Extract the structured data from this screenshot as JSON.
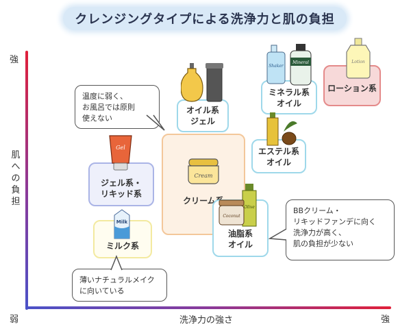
{
  "title": "クレンジングタイプによる洗浄力と肌の負担",
  "y_axis": {
    "label": "肌への負担",
    "high": "強"
  },
  "x_axis": {
    "label": "洗浄力の強さ",
    "low": "弱",
    "high": "強"
  },
  "categories": {
    "oil_gel": "オイル系\nジェル",
    "mineral_oil": "ミネラル系\nオイル",
    "lotion": "ローション系",
    "ester_oil": "エステル系\nオイル",
    "gel_liquid": "ジェル系・\nリキッド系",
    "cream": "クリーム系",
    "fat_oil": "油脂系\nオイル",
    "milk": "ミルク系"
  },
  "product_labels": {
    "gel_tube": "Gel",
    "cream_jar": "Cream",
    "milk_carton": "Milk",
    "coconut_jar": "Coconut",
    "olive_bottle": "Olive",
    "mineral_bottle": "Mineral",
    "lotion_bottle": "Lotion",
    "spray_bottle": "Shaker"
  },
  "callouts": {
    "temperature": "温度に弱く、\nお風呂では原則\n使えない",
    "bb_cream": "BBクリーム・\nリキッドファンデに向く\n洗浄力が高く、\n肌の負担が少ない",
    "natural_makeup": "薄いナチュラルメイク\nに向いている"
  },
  "colors": {
    "title_bg": "#d9e9f7",
    "axis_high": "#e0203a",
    "axis_low": "#4a52c8"
  }
}
